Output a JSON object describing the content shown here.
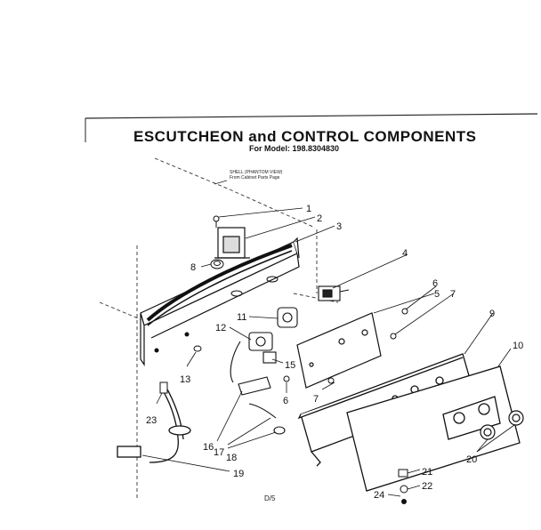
{
  "header": {
    "title": "ESCUTCHEON and CONTROL COMPONENTS",
    "model": "For Model: 198.8304830"
  },
  "shell_note": {
    "line1": "SHELL (PHANTOM VIEW)",
    "line2": "From Cabinet Parts Page"
  },
  "footer": {
    "page_code": "D/5"
  },
  "callouts": [
    "1",
    "2",
    "3",
    "4",
    "5",
    "6",
    "7",
    "8",
    "9",
    "10",
    "11",
    "12",
    "13",
    "15",
    "6",
    "7",
    "16",
    "17",
    "18",
    "19",
    "20",
    "21",
    "22",
    "23",
    "24"
  ]
}
